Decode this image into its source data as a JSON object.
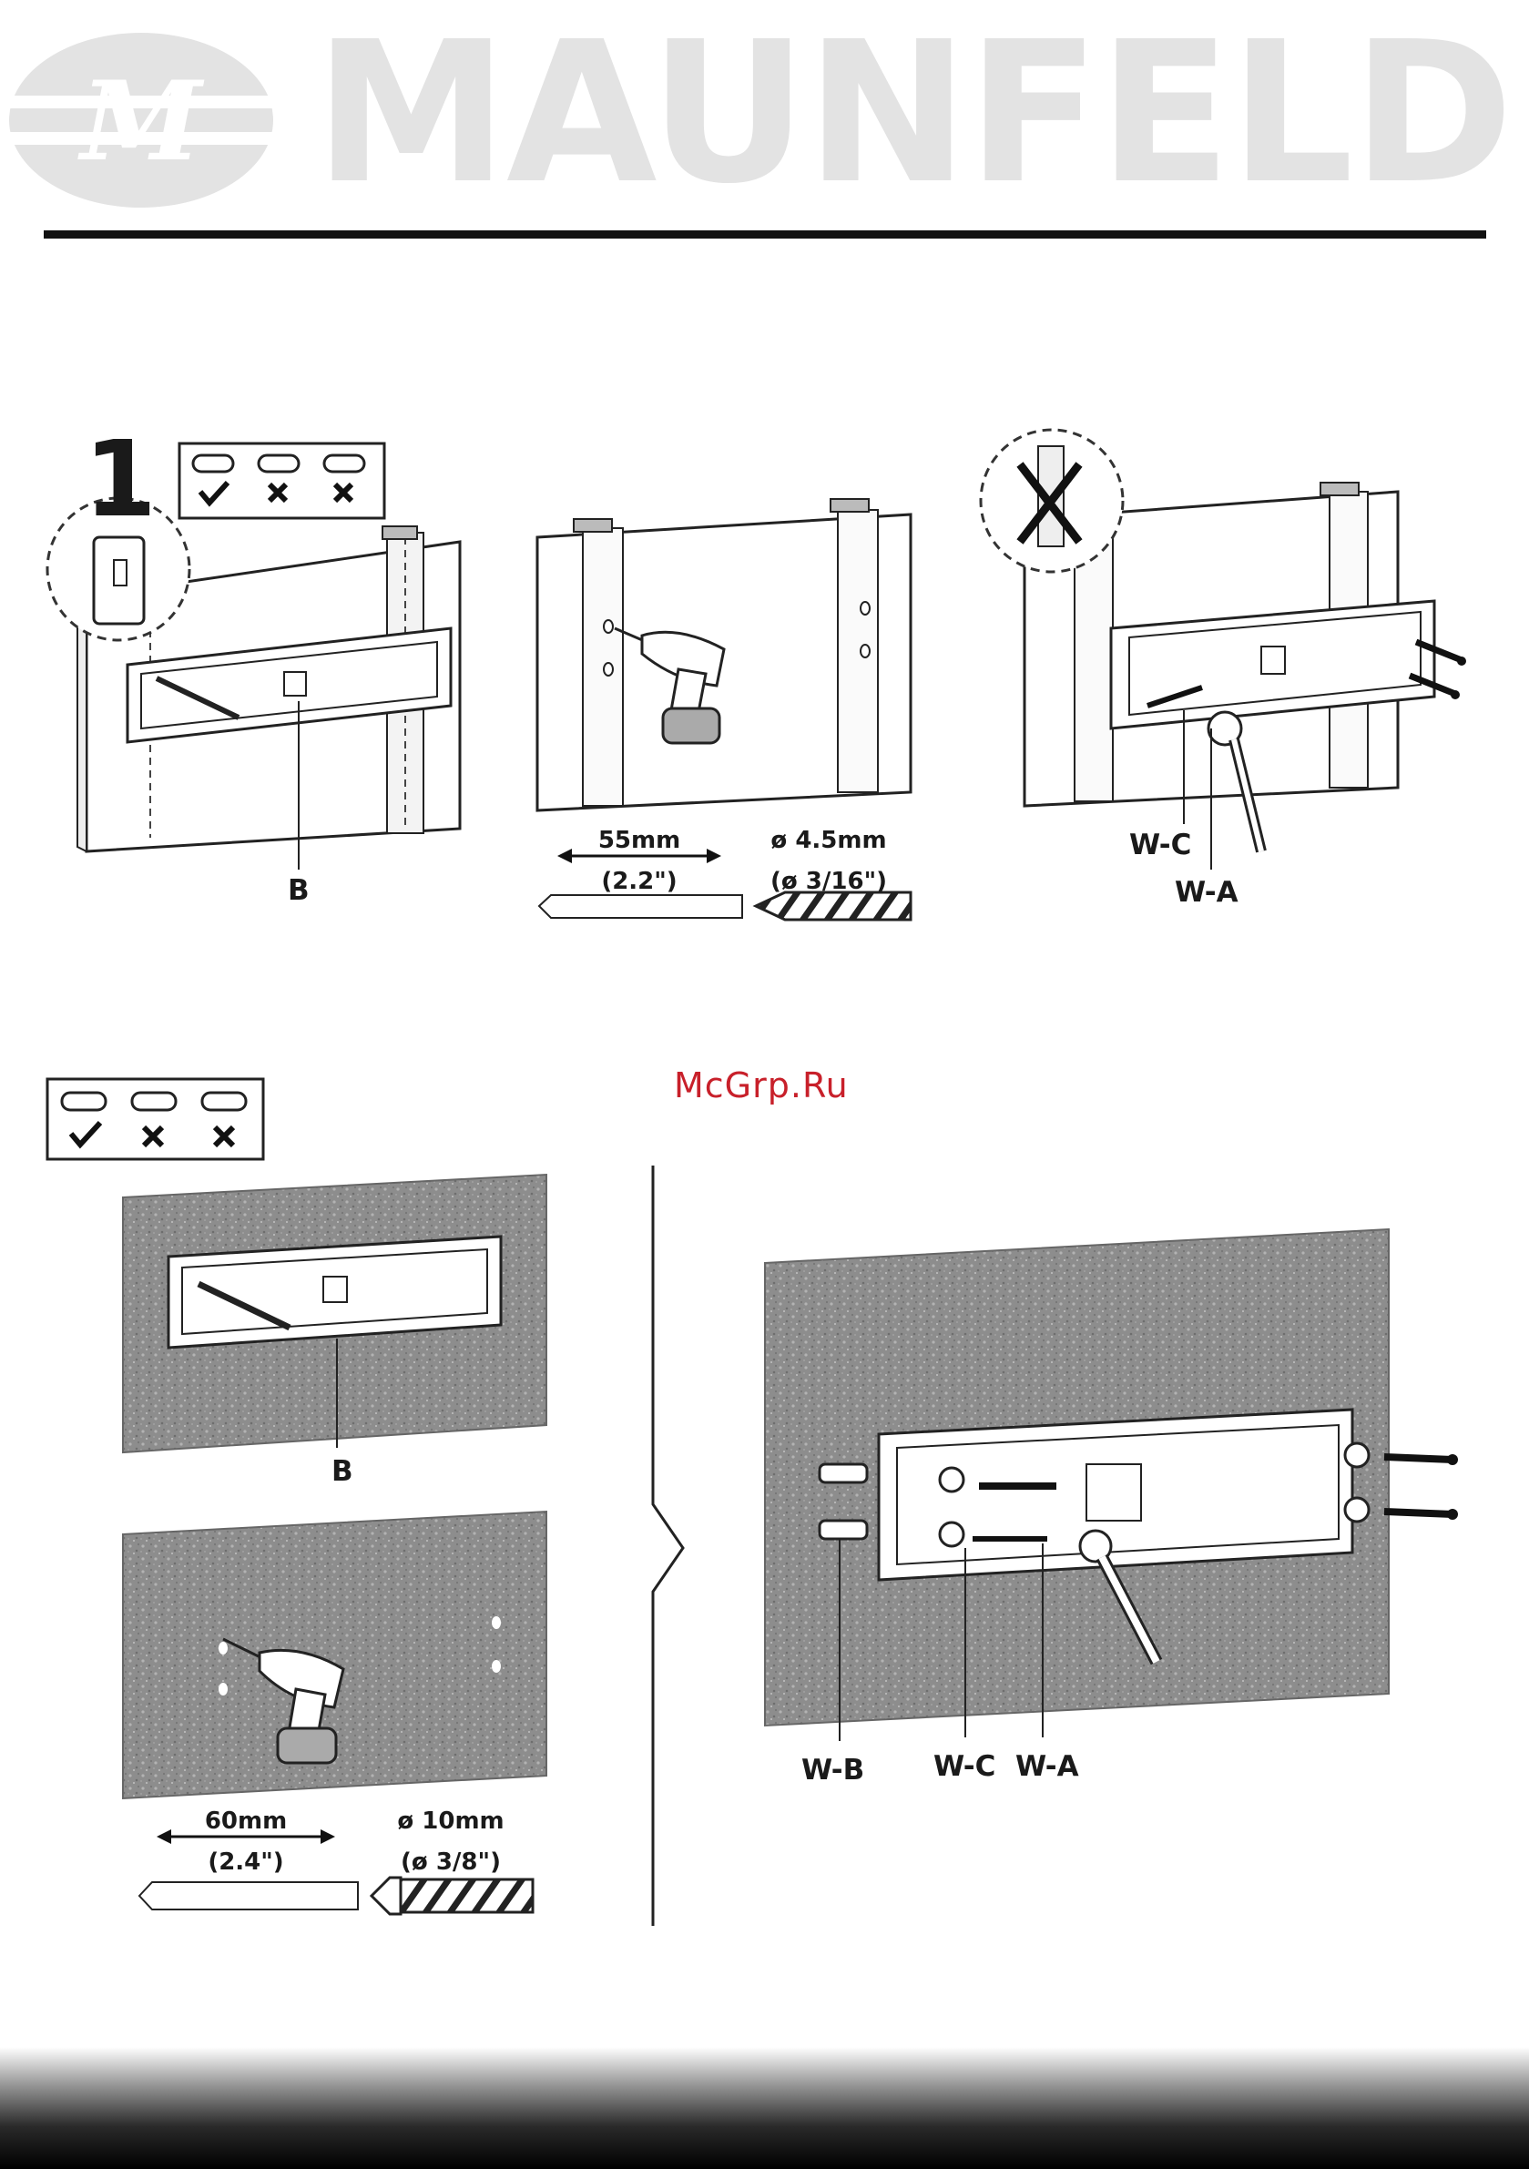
{
  "header": {
    "brand_name": "MAUNFELD",
    "logo_monogram": "M"
  },
  "step": {
    "number": "1"
  },
  "labels": {
    "bracket_top": "B",
    "bracket_bottom": "B",
    "washer_c_top": "W-C",
    "washer_a_top": "W-A",
    "washer_b_bottom": "W-B",
    "washer_c_bottom": "W-C",
    "washer_a_bottom": "W-A"
  },
  "drill_wood": {
    "depth": "55mm",
    "depth_in": "(2.2\")",
    "diameter": "ø 4.5mm",
    "diameter_in": "(ø 3/16\")"
  },
  "drill_concrete": {
    "depth": "60mm",
    "depth_in": "(2.4\")",
    "diameter": "ø 10mm",
    "diameter_in": "(ø 3/8\")"
  },
  "watermark": "McGrp.Ru",
  "colors": {
    "logo_gray": "#e3e3e3",
    "rule": "#111111",
    "concrete": "#8d8d8d",
    "watermark": "#c8202a"
  },
  "icons": [
    "check-icon",
    "cross-icon",
    "drill-icon",
    "wrench-icon",
    "screw-icon",
    "anchor-icon"
  ]
}
